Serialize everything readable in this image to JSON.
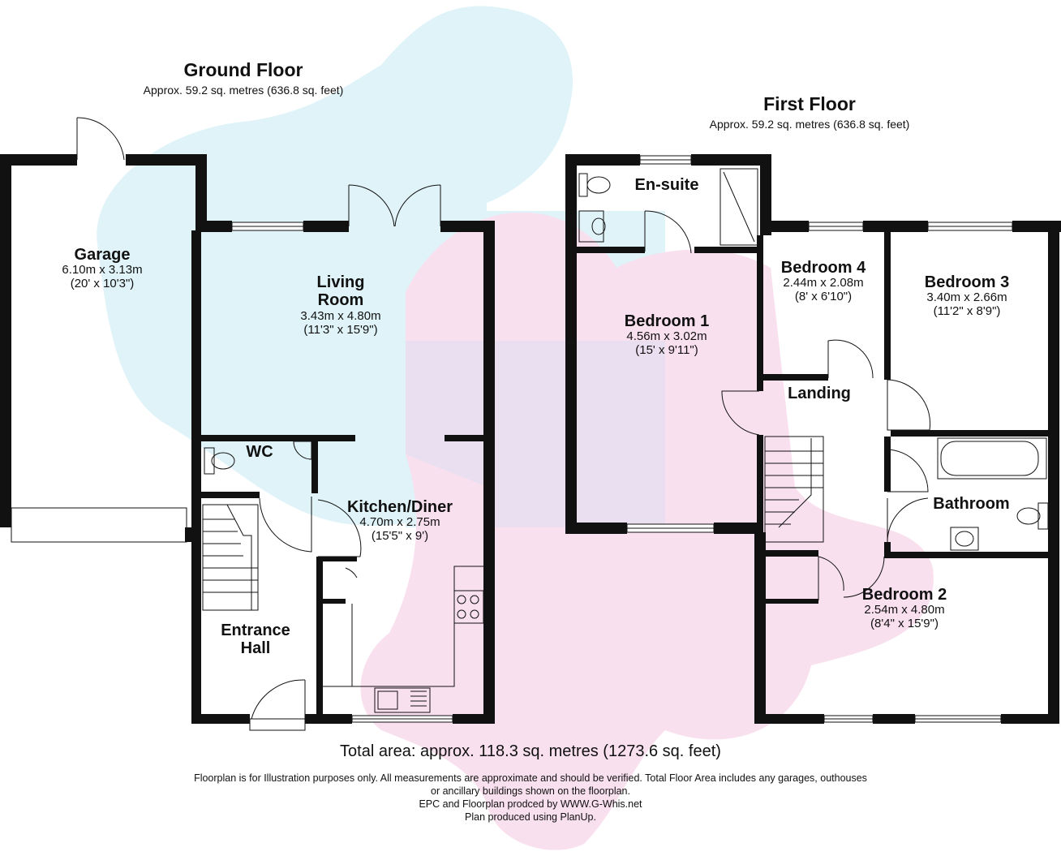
{
  "ground_floor": {
    "title": "Ground Floor",
    "area": "Approx. 59.2 sq. metres (636.8 sq. feet)",
    "rooms": {
      "garage": {
        "name": "Garage",
        "metric": "6.10m x 3.13m",
        "imperial": "(20' x 10'3\")"
      },
      "living_room": {
        "name_line1": "Living",
        "name_line2": "Room",
        "metric": "3.43m x 4.80m",
        "imperial": "(11'3\" x 15'9\")"
      },
      "wc": {
        "name": "WC"
      },
      "kitchen_diner": {
        "name": "Kitchen/Diner",
        "metric": "4.70m x 2.75m",
        "imperial": "(15'5\" x 9')"
      },
      "entrance_hall": {
        "name_line1": "Entrance",
        "name_line2": "Hall"
      }
    }
  },
  "first_floor": {
    "title": "First Floor",
    "area": "Approx. 59.2 sq. metres (636.8 sq. feet)",
    "rooms": {
      "en_suite": {
        "name": "En-suite"
      },
      "bedroom_1": {
        "name": "Bedroom 1",
        "metric": "4.56m x 3.02m",
        "imperial": "(15' x 9'11\")"
      },
      "bedroom_4": {
        "name": "Bedroom 4",
        "metric": "2.44m x 2.08m",
        "imperial": "(8' x 6'10\")"
      },
      "bedroom_3": {
        "name": "Bedroom 3",
        "metric": "3.40m x 2.66m",
        "imperial": "(11'2\" x 8'9\")"
      },
      "landing": {
        "name": "Landing"
      },
      "bathroom": {
        "name": "Bathroom"
      },
      "bedroom_2": {
        "name": "Bedroom 2",
        "metric": "2.54m x 4.80m",
        "imperial": "(8'4\" x 15'9\")"
      }
    }
  },
  "total_area": "Total area: approx. 118.3 sq. metres (1273.6 sq. feet)",
  "disclaimer_line1": "Floorplan is for Illustration purposes only. All measurements are approximate and should be verified. Total Floor Area includes any garages, outhouses",
  "disclaimer_line2": "or ancillary buildings shown on the floorplan.",
  "credit_line1": "EPC and Floorplan prodced by WWW.G-Whis.net",
  "credit_line2": "Plan produced using PlanUp.",
  "colors": {
    "wall": "#111111",
    "watermark_blue": "#dff3f8",
    "watermark_pink": "#f9e0ee"
  }
}
